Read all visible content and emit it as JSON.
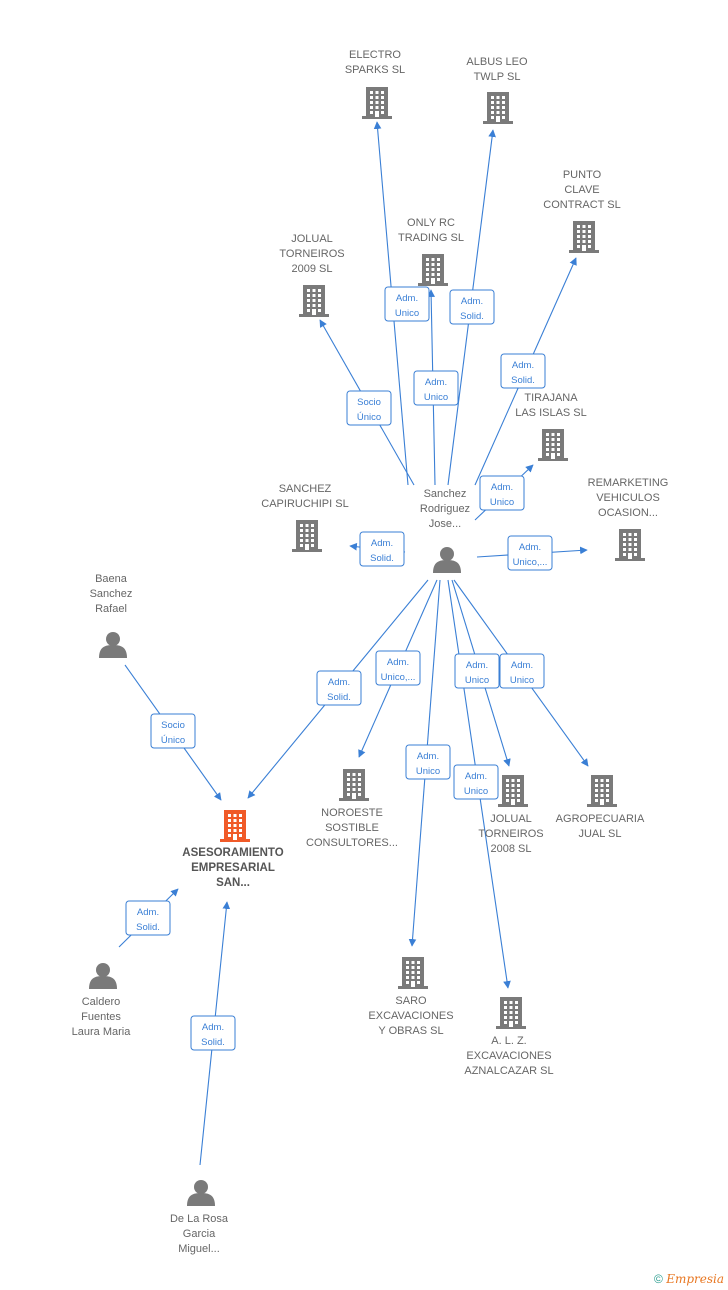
{
  "colors": {
    "edge": "#3a7fd5",
    "node": "#7a7a7a",
    "focus": "#f05a28"
  },
  "nodes": [
    {
      "id": "electro",
      "type": "company",
      "label": [
        "ELECTRO",
        "SPARKS SL"
      ]
    },
    {
      "id": "albus",
      "type": "company",
      "label": [
        "ALBUS LEO",
        "TWLP  SL"
      ]
    },
    {
      "id": "punto",
      "type": "company",
      "label": [
        "PUNTO",
        "CLAVE",
        "CONTRACT  SL"
      ]
    },
    {
      "id": "onlyrc",
      "type": "company",
      "label": [
        "ONLY RC",
        "TRADING  SL"
      ]
    },
    {
      "id": "jolual09",
      "type": "company",
      "label": [
        "JOLUAL",
        "TORNEIROS",
        "2009 SL"
      ]
    },
    {
      "id": "tirajana",
      "type": "company",
      "label": [
        "TIRAJANA",
        "LAS ISLAS SL"
      ]
    },
    {
      "id": "remarketing",
      "type": "company",
      "label": [
        "REMARKETING",
        "VEHICULOS",
        "OCASION..."
      ]
    },
    {
      "id": "capiruchipi",
      "type": "company",
      "label": [
        "SANCHEZ",
        "CAPIRUCHIPI SL"
      ]
    },
    {
      "id": "sanchez",
      "type": "person",
      "label": [
        "Sanchez",
        "Rodriguez",
        "Jose..."
      ]
    },
    {
      "id": "baena",
      "type": "person",
      "label": [
        "Baena",
        "Sanchez",
        "Rafael"
      ]
    },
    {
      "id": "asesoramiento",
      "type": "focus",
      "label": [
        "ASESORAMIENTO",
        "EMPRESARIAL",
        "SAN..."
      ]
    },
    {
      "id": "noroeste",
      "type": "company",
      "label": [
        "NOROESTE",
        "SOSTIBLE",
        "CONSULTORES..."
      ]
    },
    {
      "id": "jolual08",
      "type": "company",
      "label": [
        "JOLUAL",
        "TORNEIROS",
        "2008  SL"
      ]
    },
    {
      "id": "agropecuaria",
      "type": "company",
      "label": [
        "AGROPECUARIA",
        "JUAL  SL"
      ]
    },
    {
      "id": "caldero",
      "type": "person",
      "label": [
        "Caldero",
        "Fuentes",
        "Laura Maria"
      ]
    },
    {
      "id": "saro",
      "type": "company",
      "label": [
        "SARO",
        "EXCAVACIONES",
        "Y OBRAS  SL"
      ]
    },
    {
      "id": "alz",
      "type": "company",
      "label": [
        "A.  L. Z.",
        "EXCAVACIONES",
        "AZNALCAZAR SL"
      ]
    },
    {
      "id": "delarosa",
      "type": "person",
      "label": [
        "De La Rosa",
        "Garcia",
        "Miguel..."
      ]
    }
  ],
  "edges": [
    {
      "from": "sanchez",
      "to": "electro",
      "label": [
        "Adm.",
        "Unico"
      ]
    },
    {
      "from": "sanchez",
      "to": "albus",
      "label": [
        "Adm.",
        "Solid."
      ]
    },
    {
      "from": "sanchez",
      "to": "onlyrc",
      "label": [
        "Adm.",
        "Unico"
      ]
    },
    {
      "from": "sanchez",
      "to": "punto",
      "label": [
        "Adm.",
        "Solid."
      ]
    },
    {
      "from": "sanchez",
      "to": "jolual09",
      "label": [
        "Socio",
        "Único"
      ]
    },
    {
      "from": "sanchez",
      "to": "tirajana",
      "label": [
        "Adm.",
        "Unico"
      ]
    },
    {
      "from": "sanchez",
      "to": "remarketing",
      "label": [
        "Adm.",
        "Unico,..."
      ]
    },
    {
      "from": "sanchez",
      "to": "capiruchipi",
      "label": [
        "Adm.",
        "Solid."
      ]
    },
    {
      "from": "sanchez",
      "to": "asesoramiento",
      "label": [
        "Adm.",
        "Solid."
      ]
    },
    {
      "from": "sanchez",
      "to": "noroeste",
      "label": [
        "Adm.",
        "Unico,..."
      ]
    },
    {
      "from": "sanchez",
      "to": "saro",
      "label": [
        "Adm.",
        "Unico"
      ]
    },
    {
      "from": "sanchez",
      "to": "jolual08",
      "label": [
        "Adm.",
        "Unico"
      ]
    },
    {
      "from": "sanchez",
      "to": "alz",
      "label": [
        "Adm.",
        "Unico"
      ]
    },
    {
      "from": "sanchez",
      "to": "agropecuaria",
      "label": [
        "Adm.",
        "Unico"
      ]
    },
    {
      "from": "baena",
      "to": "asesoramiento",
      "label": [
        "Socio",
        "Único"
      ]
    },
    {
      "from": "caldero",
      "to": "asesoramiento",
      "label": [
        "Adm.",
        "Solid."
      ]
    },
    {
      "from": "delarosa",
      "to": "asesoramiento",
      "label": [
        "Adm.",
        "Solid."
      ]
    }
  ],
  "footer": {
    "copyright": "©",
    "brand": "Empresia"
  }
}
